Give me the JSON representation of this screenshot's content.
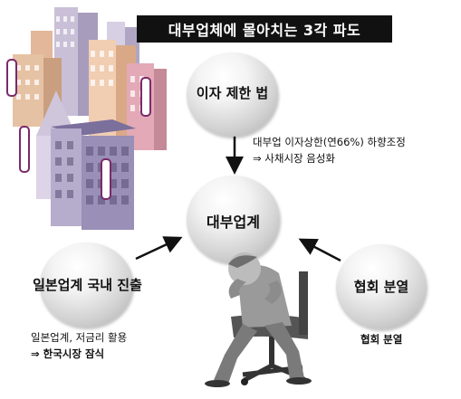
{
  "title": "대부업체에 몰아치는 3각 파도",
  "nodes": {
    "top": {
      "label": "이자 제한 법"
    },
    "center": {
      "label": "대부업계"
    },
    "left": {
      "label": "일본업계 국내 진출"
    },
    "right": {
      "label": "협회 분열"
    }
  },
  "captions": {
    "top_line1": "대부업 이자상한(연66%) 하향조정",
    "top_line2": "⇒ 사채시장 음성화",
    "left_line1": "일본업계, 저금리 활용",
    "left_line2": "⇒ 한국시장 잠식",
    "right_line1": "협회 분열"
  },
  "illustrations": {
    "buildings": "building-cluster-illustration",
    "man": "distressed-man-in-chair-illustration"
  }
}
